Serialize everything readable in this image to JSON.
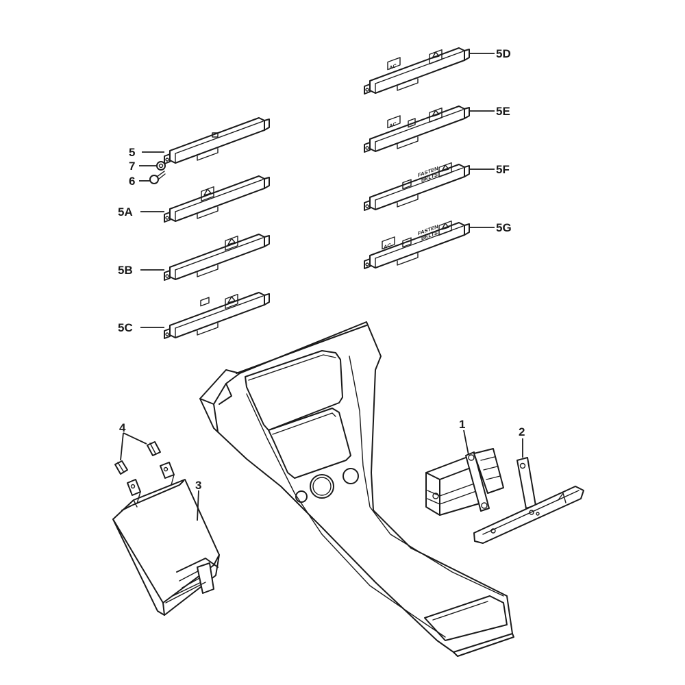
{
  "callouts": {
    "c5": "5",
    "c7": "7",
    "c6": "6",
    "c5A": "5A",
    "c5B": "5B",
    "c5C": "5C",
    "c5D": "5D",
    "c5E": "5E",
    "c5F": "5F",
    "c5G": "5G",
    "c1": "1",
    "c2": "2",
    "c3": "3",
    "c4": "4"
  },
  "switch_labels": {
    "ac": "AC",
    "fasten": "FASTEN",
    "belts": "BELTS"
  }
}
